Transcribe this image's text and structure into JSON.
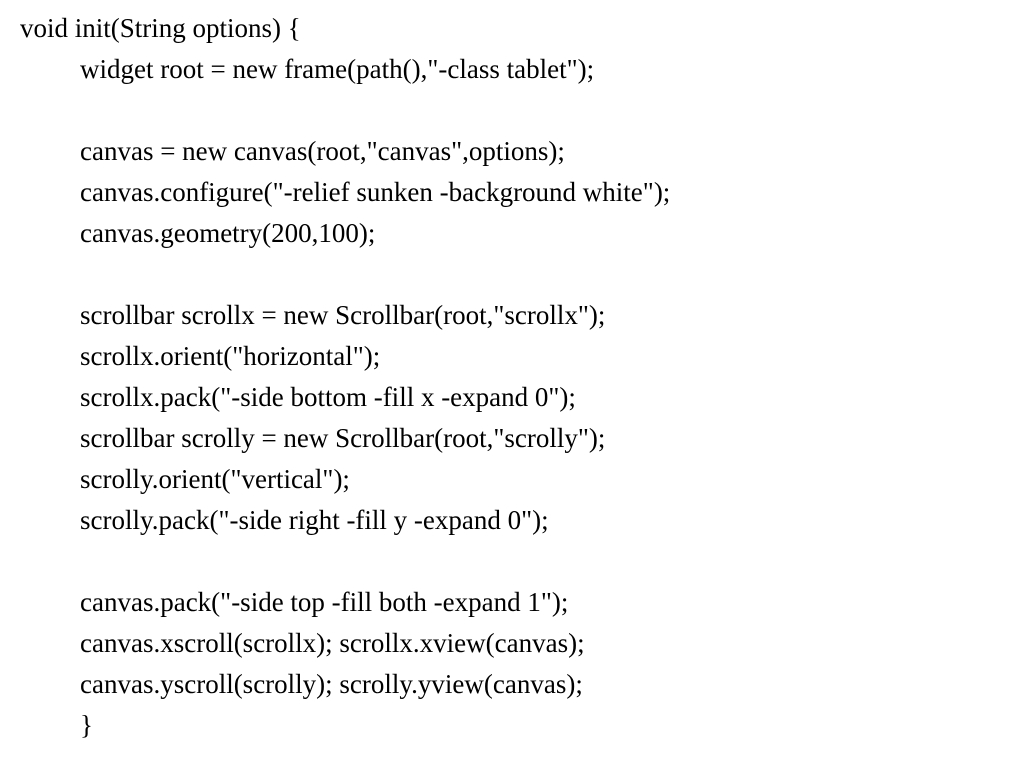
{
  "document": {
    "lines": [
      "void init(String options) {",
      "widget root = new frame(path(),\"-class tablet\");",
      "",
      "canvas = new canvas(root,\"canvas\",options);",
      "canvas.configure(\"-relief sunken -background white\");",
      "canvas.geometry(200,100);",
      "",
      "scrollbar scrollx = new Scrollbar(root,\"scrollx\");",
      "scrollx.orient(\"horizontal\");",
      "scrollx.pack(\"-side bottom -fill x -expand 0\");",
      "scrollbar scrolly = new Scrollbar(root,\"scrolly\");",
      "scrolly.orient(\"vertical\");",
      "scrolly.pack(\"-side right -fill y -expand 0\");",
      "",
      "canvas.pack(\"-side top -fill both -expand 1\");",
      "canvas.xscroll(scrollx); scrollx.xview(canvas);",
      "canvas.yscroll(scrolly); scrolly.yview(canvas);",
      "}"
    ]
  }
}
